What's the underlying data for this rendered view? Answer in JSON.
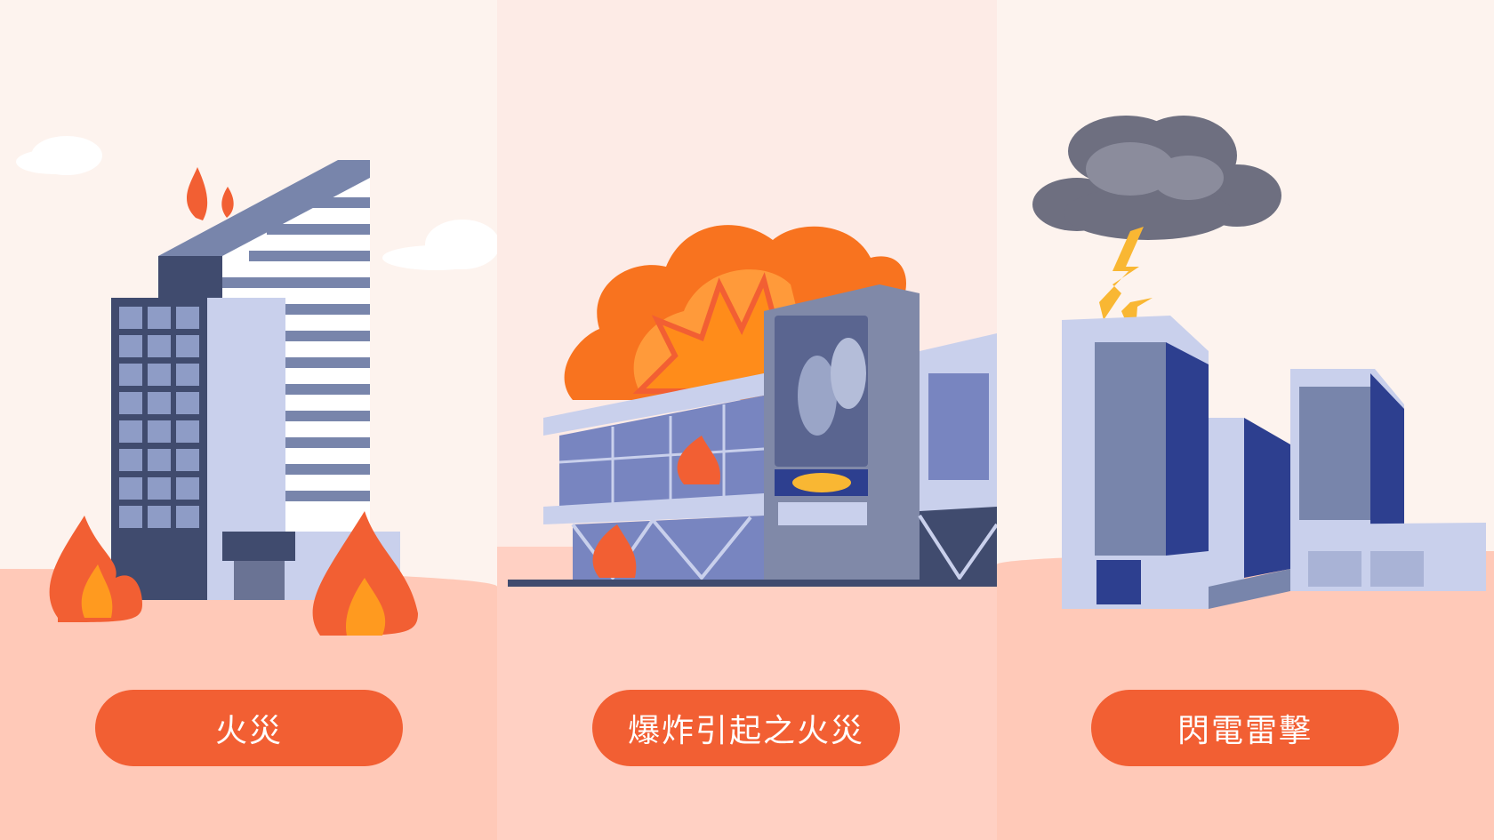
{
  "panels": [
    {
      "label": "火災",
      "icon": "building-fire-icon"
    },
    {
      "label": "爆炸引起之火災",
      "icon": "explosion-fire-icon"
    },
    {
      "label": "閃電雷擊",
      "icon": "lightning-strike-icon"
    }
  ],
  "colors": {
    "pill": "#f25f33",
    "ground": "#ffc9b8",
    "sky": "#fdf3ee"
  }
}
